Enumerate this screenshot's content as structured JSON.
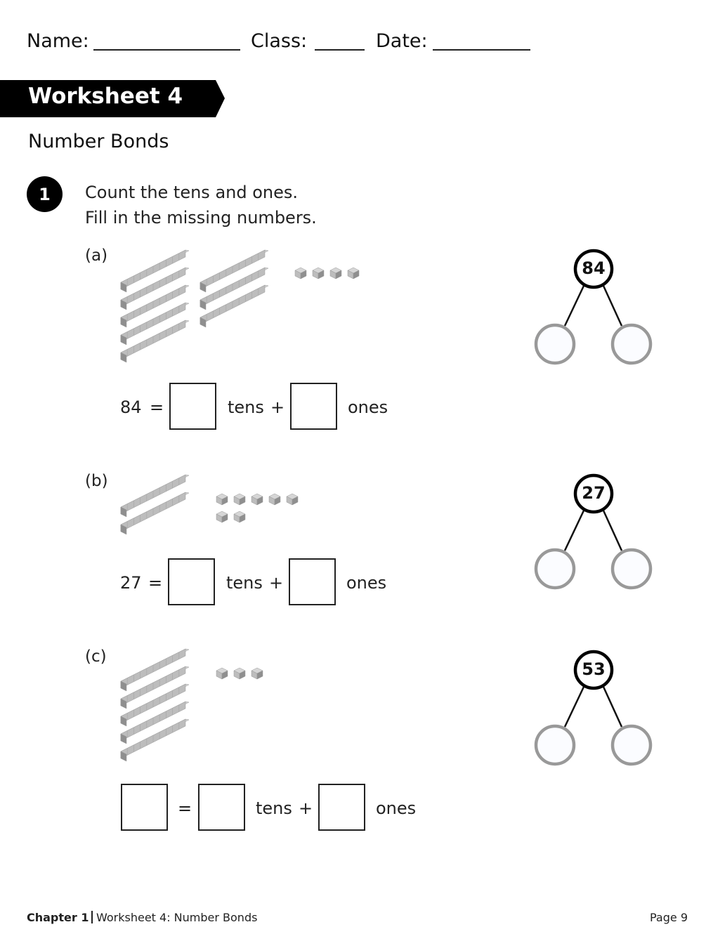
{
  "header": {
    "name_label": "Name:",
    "class_label": "Class:",
    "date_label": "Date:"
  },
  "banner": {
    "title": "Worksheet 4"
  },
  "subtitle": "Number Bonds",
  "question": {
    "number": "1",
    "instructions": [
      "Count the tens and ones.",
      "Fill in the missing numbers."
    ]
  },
  "parts": [
    {
      "label": "(a)",
      "tens": 8,
      "ones": 4,
      "total": "84",
      "equals": "=",
      "tens_word": "tens",
      "plus": "+",
      "ones_word": "ones",
      "bond_whole": "84",
      "total_is_blank": false
    },
    {
      "label": "(b)",
      "tens": 2,
      "ones": 7,
      "total": "27",
      "equals": "=",
      "tens_word": "tens",
      "plus": "+",
      "ones_word": "ones",
      "bond_whole": "27",
      "total_is_blank": false
    },
    {
      "label": "(c)",
      "tens": 5,
      "ones": 3,
      "total": "",
      "equals": "=",
      "tens_word": "tens",
      "plus": "+",
      "ones_word": "ones",
      "bond_whole": "53",
      "total_is_blank": true
    }
  ],
  "footer": {
    "chapter": "Chapter 1",
    "title": "Worksheet 4: Number Bonds",
    "page": "Page 9"
  },
  "colors": {
    "banner_bg": "#000000",
    "bond_whole_stroke": "#000000",
    "bond_part_stroke": "#999999",
    "block_top": "#d6d6d6",
    "block_front": "#bdbdbd",
    "block_side": "#8f8f8f"
  }
}
